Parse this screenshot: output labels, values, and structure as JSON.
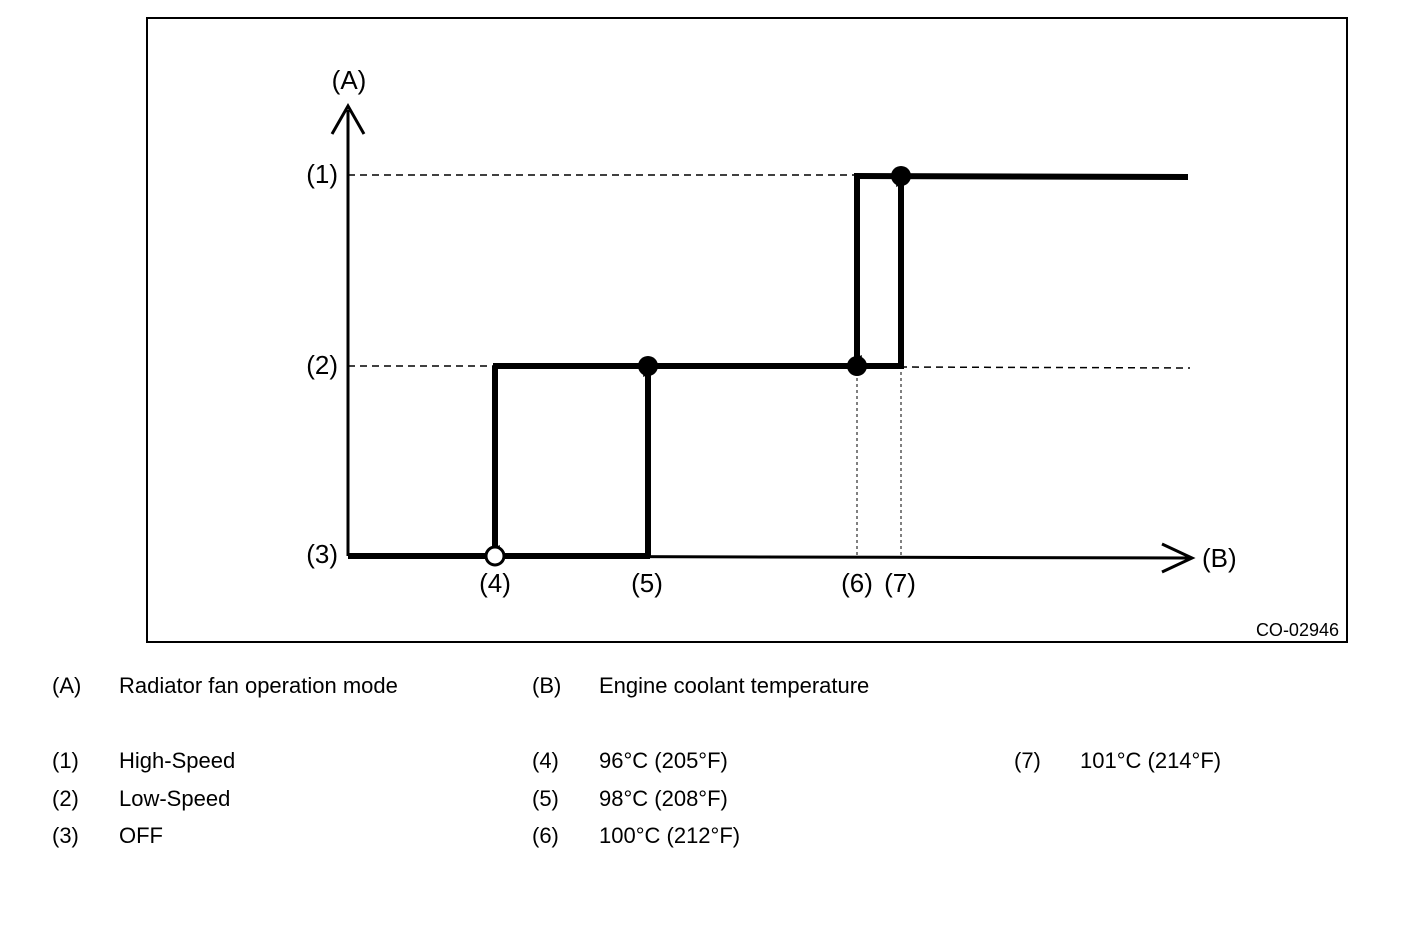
{
  "diagram": {
    "axis_labels": {
      "y": "(A)",
      "x": "(B)"
    },
    "modes": [
      {
        "key": "(1)",
        "label": "High-Speed"
      },
      {
        "key": "(2)",
        "label": "Low-Speed"
      },
      {
        "key": "(3)",
        "label": "OFF"
      }
    ],
    "temperature_markers": [
      {
        "key": "(4)",
        "label": "96°C (205°F)"
      },
      {
        "key": "(5)",
        "label": "98°C (208°F)"
      },
      {
        "key": "(6)",
        "label": "100°C (212°F)"
      },
      {
        "key": "(7)",
        "label": "101°C (214°F)"
      }
    ],
    "figure_code": "CO-02946"
  },
  "legend": {
    "a": {
      "key": "(A)",
      "text": "Radiator fan operation mode"
    },
    "b": {
      "key": "(B)",
      "text": "Engine coolant temperature"
    },
    "items": [
      {
        "key": "(1)",
        "text": "High-Speed"
      },
      {
        "key": "(2)",
        "text": "Low-Speed"
      },
      {
        "key": "(3)",
        "text": "OFF"
      },
      {
        "key": "(4)",
        "text": "96°C (205°F)"
      },
      {
        "key": "(5)",
        "text": "98°C (208°F)"
      },
      {
        "key": "(6)",
        "text": "100°C (212°F)"
      },
      {
        "key": "(7)",
        "text": "101°C (214°F)"
      }
    ]
  }
}
